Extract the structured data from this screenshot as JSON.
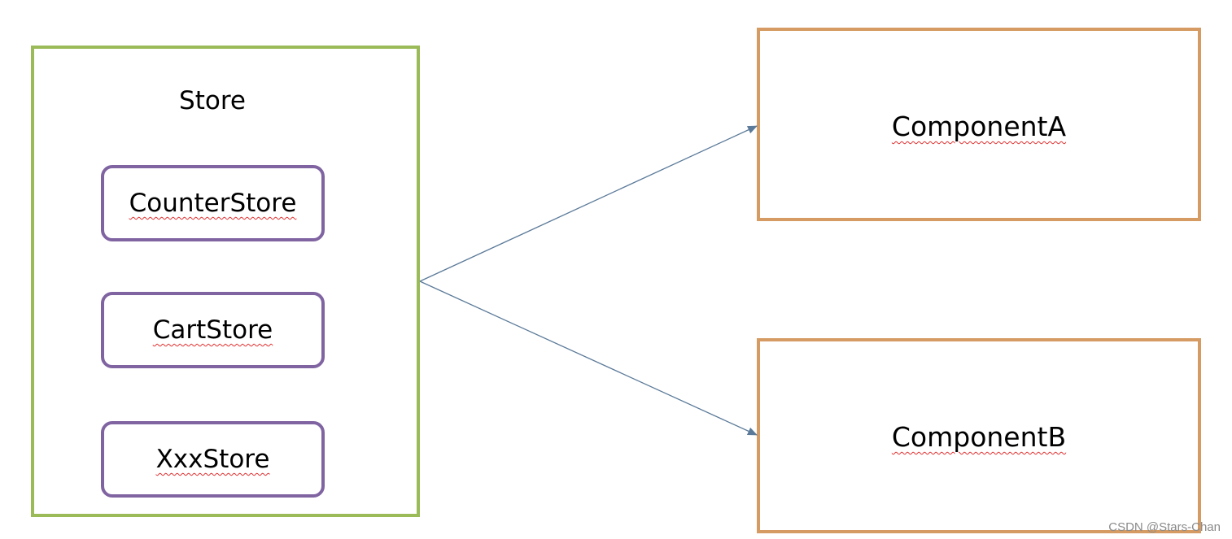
{
  "store": {
    "title": "Store",
    "sub_stores": [
      {
        "label": "CounterStore"
      },
      {
        "label": "CartStore"
      },
      {
        "label": "XxxStore"
      }
    ]
  },
  "components": [
    {
      "label": "ComponentA"
    },
    {
      "label": "ComponentB"
    }
  ],
  "watermark": "CSDN @Stars-Chan",
  "colors": {
    "store_border": "#9bbb59",
    "sub_store_border": "#8064a2",
    "component_border": "#d59b62",
    "arrow": "#5b7a99",
    "spellcheck_underline": "#e03030"
  }
}
